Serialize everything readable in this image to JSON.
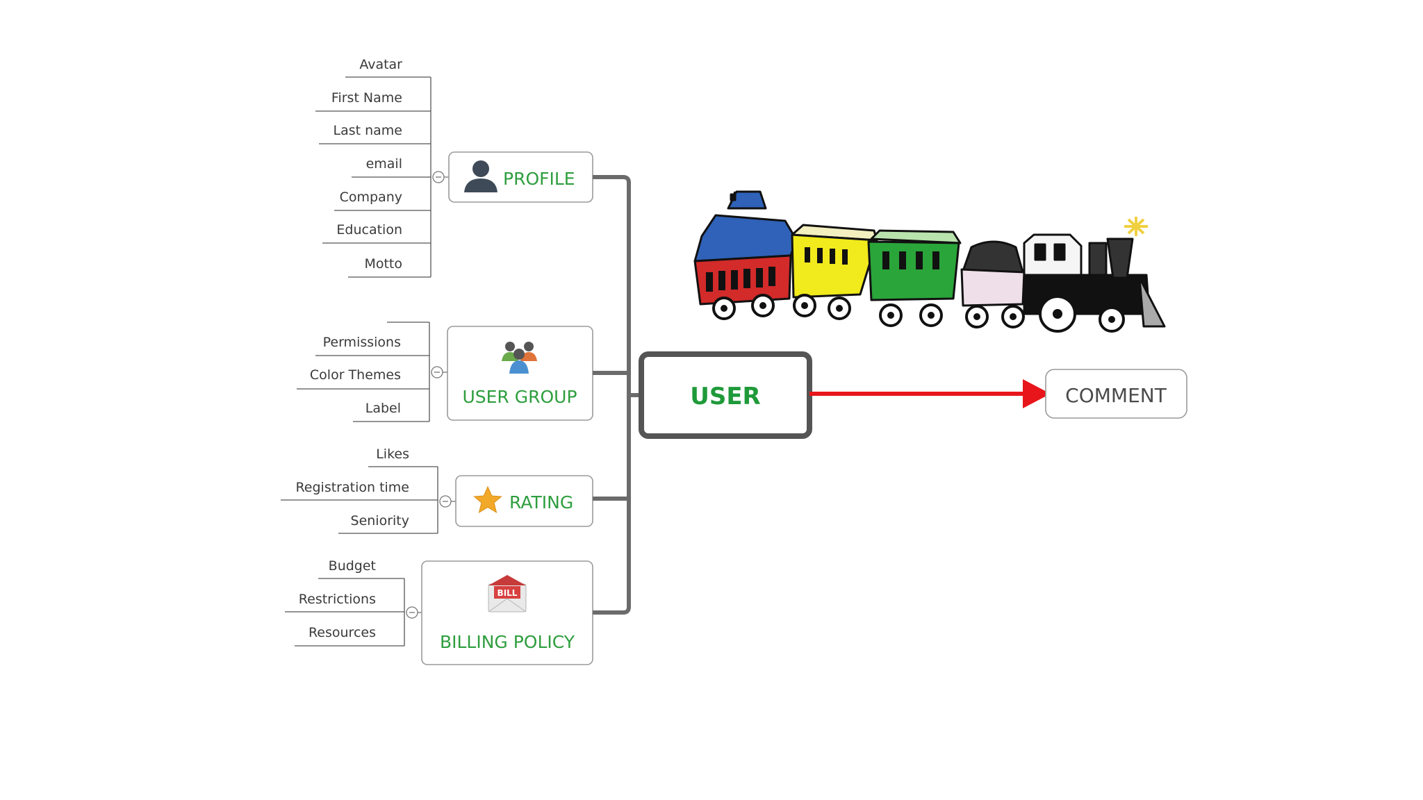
{
  "root": {
    "label": "USER"
  },
  "branches": [
    {
      "label": "PROFILE",
      "icon": "user-silhouette-icon",
      "children": [
        "Avatar",
        "First Name",
        "Last name",
        "email",
        "Company",
        "Education",
        "Motto"
      ]
    },
    {
      "label": "USER GROUP",
      "icon": "user-group-icon",
      "children": [
        "Permissions",
        "Color Themes",
        "Label"
      ]
    },
    {
      "label": "RATING",
      "icon": "star-icon",
      "children": [
        "Likes",
        "Registration time",
        "Seniority"
      ]
    },
    {
      "label": "BILLING POLICY",
      "icon": "bill-envelope-icon",
      "children": [
        "Budget",
        "Restrictions",
        "Resources"
      ]
    }
  ],
  "relation": {
    "target": "COMMENT",
    "color": "#e8161b"
  },
  "illustration": {
    "icon": "toy-train-illustration"
  },
  "colors": {
    "node_text": "#2e9e3e",
    "root_border": "#555555",
    "connector": "#6b6b6b"
  }
}
